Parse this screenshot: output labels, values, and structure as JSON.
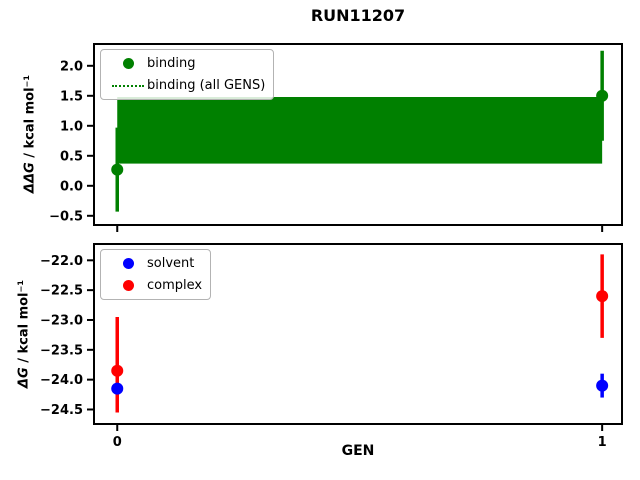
{
  "figure": {
    "title": "RUN11207",
    "background": "#ffffff",
    "spine_color": "#000000"
  },
  "chart_data": [
    {
      "type": "scatter",
      "name": "binding-panel",
      "ylabel": {
        "math": "ΔΔG",
        "rest": " / kcal mol⁻¹"
      },
      "xlim": [
        -0.05,
        1.043
      ],
      "ylim": [
        -0.67,
        2.38
      ],
      "grid": false,
      "xticks": {
        "values": [
          0,
          1
        ],
        "labels": [
          "0",
          "1"
        ],
        "show_labels": false
      },
      "yticks": {
        "values": [
          -0.5,
          0.0,
          0.5,
          1.0,
          1.5,
          2.0
        ],
        "labels": [
          "−0.5",
          "0.0",
          "0.5",
          "1.0",
          "1.5",
          "2.0"
        ]
      },
      "legend": {
        "position": "upper left",
        "entries": [
          {
            "label": "binding",
            "marker": "circle",
            "color": "#008000"
          },
          {
            "label": "binding (all GENS)",
            "marker": "dotted-line",
            "color": "#008000"
          }
        ]
      },
      "band": {
        "series": "binding (all GENS)",
        "color": "#008000",
        "x0": 0,
        "x1": 1,
        "lo": 0.37,
        "hi": 1.48,
        "center_line": 0.93,
        "line_style": "dotted"
      },
      "series": [
        {
          "name": "binding",
          "color": "#008000",
          "marker": "circle",
          "points": [
            {
              "x": 0,
              "y": 0.27,
              "bar_lo": -0.43,
              "bar_hi": 0.97
            },
            {
              "x": 1,
              "y": 1.5,
              "bar_lo": 0.75,
              "bar_hi": 2.25
            }
          ]
        }
      ]
    },
    {
      "type": "scatter",
      "name": "dg-panel",
      "ylabel": {
        "math": "ΔG",
        "rest": " / kcal mol⁻¹"
      },
      "xlabel": "GEN",
      "xlim": [
        -0.05,
        1.043
      ],
      "ylim": [
        -24.76,
        -21.71
      ],
      "grid": false,
      "xticks": {
        "values": [
          0,
          1
        ],
        "labels": [
          "0",
          "1"
        ],
        "show_labels": true
      },
      "yticks": {
        "values": [
          -24.5,
          -24.0,
          -23.5,
          -23.0,
          -22.5,
          -22.0
        ],
        "labels": [
          "−24.5",
          "−24.0",
          "−23.5",
          "−23.0",
          "−22.5",
          "−22.0"
        ]
      },
      "legend": {
        "position": "upper left",
        "entries": [
          {
            "label": "solvent",
            "marker": "circle",
            "color": "#0000ff"
          },
          {
            "label": "complex",
            "marker": "circle",
            "color": "#ff0000"
          }
        ]
      },
      "series": [
        {
          "name": "solvent",
          "color": "#0000ff",
          "marker": "circle",
          "points": [
            {
              "x": 0,
              "y": -24.15,
              "bar_lo": -24.27,
              "bar_hi": -24.03
            },
            {
              "x": 1,
              "y": -24.1,
              "bar_lo": -24.3,
              "bar_hi": -23.9
            }
          ]
        },
        {
          "name": "complex",
          "color": "#ff0000",
          "marker": "circle",
          "points": [
            {
              "x": 0,
              "y": -23.85,
              "bar_lo": -24.55,
              "bar_hi": -22.95
            },
            {
              "x": 1,
              "y": -22.6,
              "bar_lo": -23.3,
              "bar_hi": -21.9
            }
          ]
        }
      ]
    }
  ]
}
